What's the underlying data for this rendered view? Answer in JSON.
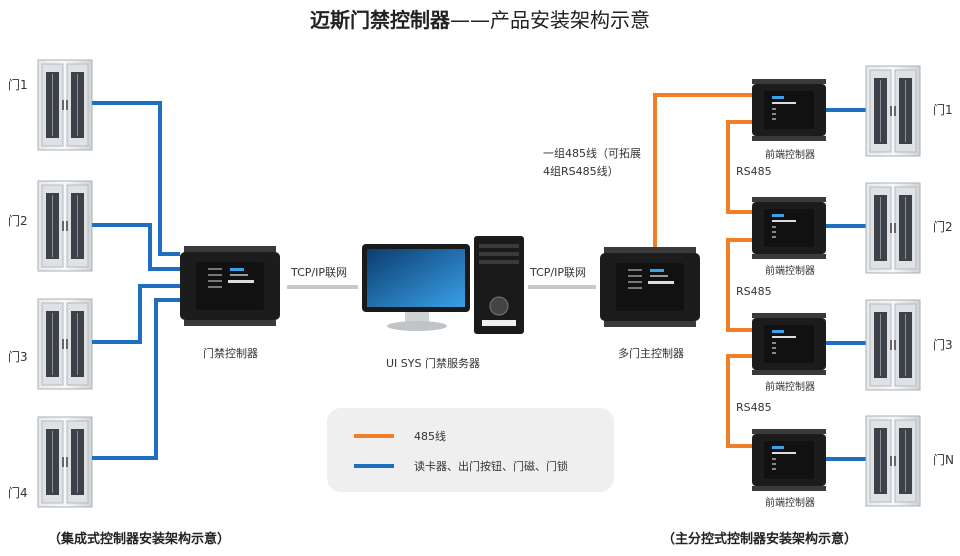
{
  "title": {
    "bold": "迈斯门禁控制器",
    "rest": "——产品安装架构示意"
  },
  "left": {
    "doors": [
      "门1",
      "门2",
      "门3",
      "门4"
    ],
    "controller_label": "门禁控制器",
    "link_label": "TCP/IP联网",
    "caption": "（集成式控制器安装架构示意）"
  },
  "server": {
    "label": "UI SYS 门禁服务器"
  },
  "right": {
    "link_label": "TCP/IP联网",
    "master_label": "多门主控制器",
    "note_line1": "一组485线（可拓展",
    "note_line2": "4组RS485线）",
    "sub_labels": [
      "前端控制器",
      "前端控制器",
      "前端控制器",
      "前端控制器"
    ],
    "rs485_labels": [
      "RS485",
      "RS485",
      "RS485"
    ],
    "doors": [
      "门1",
      "门2",
      "门3",
      "门N"
    ],
    "caption": "（主分控式控制器安装架构示意）"
  },
  "legend": {
    "items": [
      {
        "label": "485线",
        "color": "#f07f2a"
      },
      {
        "label": "读卡器、出门按钮、门磁、门锁",
        "color": "#1e6fc0"
      }
    ]
  },
  "colors": {
    "rs485": "#f07f2a",
    "wire": "#1e6fc0",
    "device": "#222222",
    "door": "#c8ccd0"
  }
}
